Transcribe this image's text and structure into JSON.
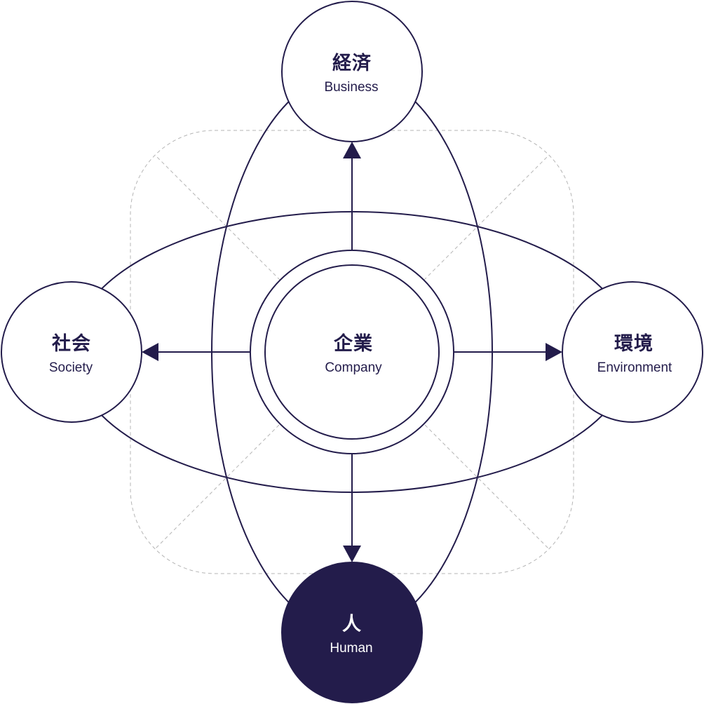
{
  "colors": {
    "ink": "#231c4b",
    "dashed": "#b5b5b5",
    "background": "#ffffff",
    "human_fill": "#231c4b",
    "human_text": "#ffffff"
  },
  "nodes": {
    "center": {
      "jp": "企業",
      "en": "Company"
    },
    "top": {
      "jp": "経済",
      "en": "Business"
    },
    "left": {
      "jp": "社会",
      "en": "Society"
    },
    "right": {
      "jp": "環境",
      "en": "Environment"
    },
    "bottom": {
      "jp": "人",
      "en": "Human"
    }
  }
}
